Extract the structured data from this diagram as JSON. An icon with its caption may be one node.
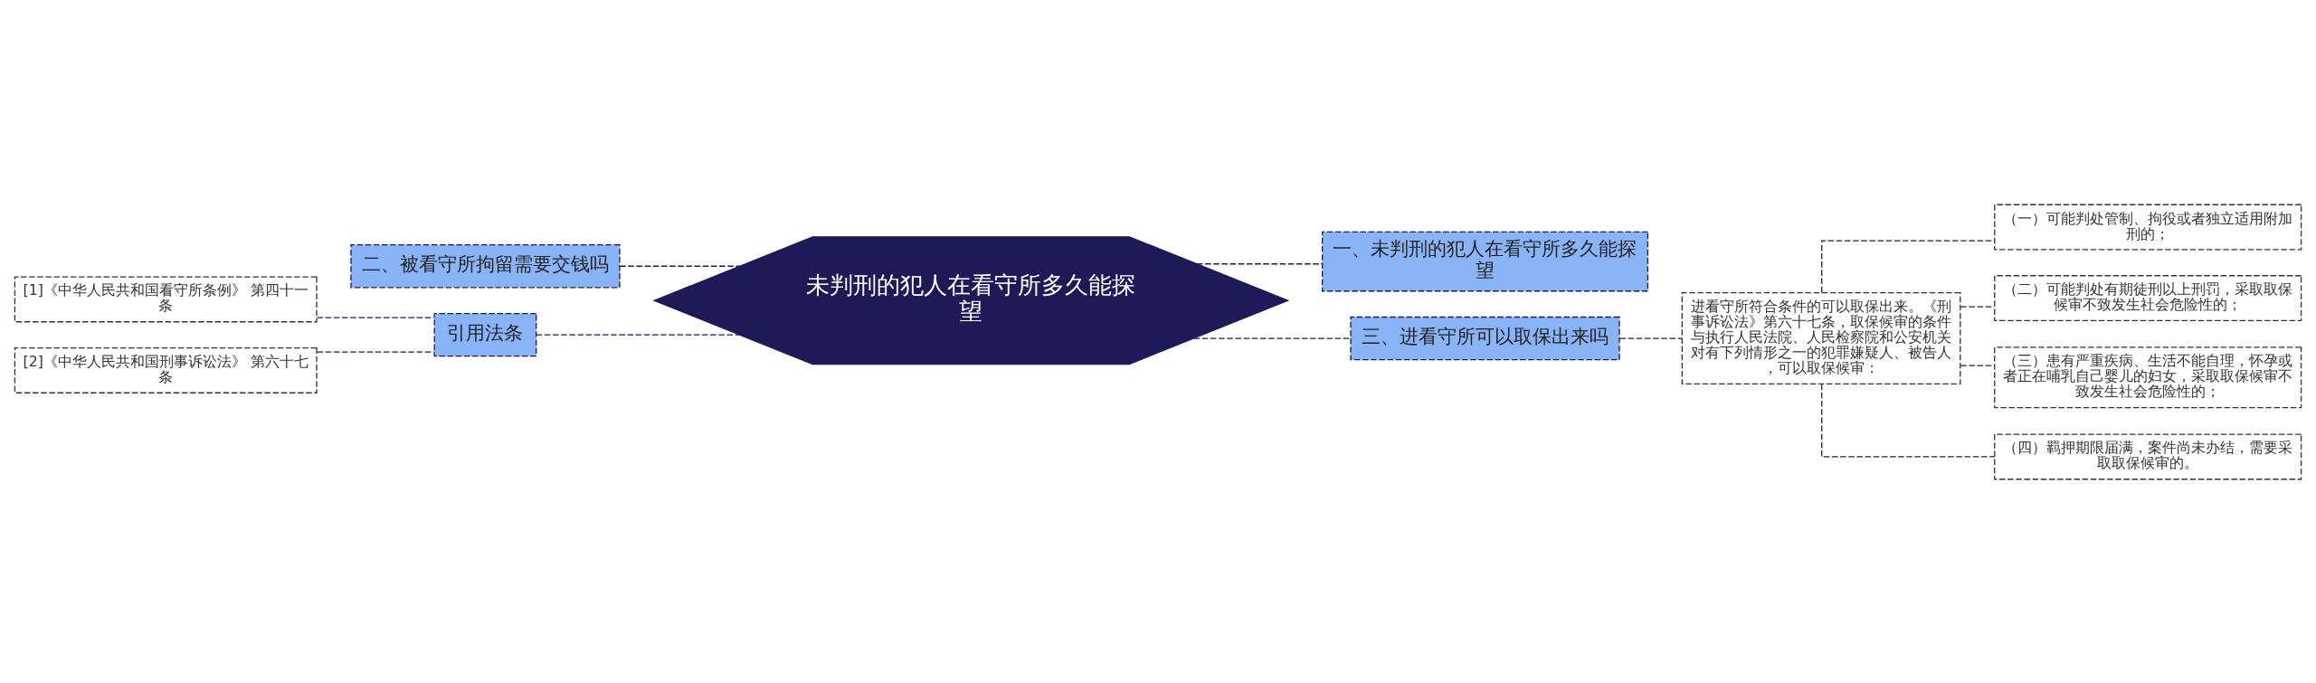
{
  "diagram": {
    "nodes": [
      {
        "text": [
          "未判刑的犯人在看守所多久能探望"
        ]
      },
      {
        "text": [
          "一、未判刑的犯人在看守所多久能探望"
        ]
      },
      {
        "text": [
          "二、被看守所拘留需要交钱吗"
        ]
      },
      {
        "text": [
          "引用法条"
        ]
      },
      {
        "text": [
          "[1]《中华人民共和国看守所条例》 第四十一条"
        ]
      },
      {
        "text": [
          "[2]《中华人民共和国刑事诉讼法》 第六十七条"
        ]
      },
      {
        "text": [
          "三、进看守所可以取保出来吗"
        ]
      },
      {
        "text": [
          "进看守所符合条件的可以取保出来。《刑事诉讼法》第六十七条，取保候审的条件与执行人民法院、人民检察院和公安机关对有下列情形之一的犯罪嫌疑人、被告人，可以取保候审："
        ]
      },
      {
        "text": [
          "（一）可能判处管制、拘役或者独立适用附加刑的；"
        ]
      },
      {
        "text": [
          "（二）可能判处有期徒刑以上刑罚，采取取保候审不致发生社会危险性的；"
        ]
      },
      {
        "text": [
          "（三）患有严重疾病、生活不能自理，怀孕或者正在哺乳自己婴儿的妇女，采取取保候审不致发生社会危险性的；"
        ]
      },
      {
        "text": [
          "（四）羁押期限届满，案件尚未办结，需要采取取保候审的。"
        ]
      }
    ],
    "edges": [
      {
        "from": 0,
        "to": 1,
        "arrow": "none",
        "style": "dashed"
      },
      {
        "from": 0,
        "to": 2,
        "arrow": "none",
        "style": "dashed"
      },
      {
        "from": 0,
        "to": 3,
        "arrow": "none",
        "style": "dashed"
      },
      {
        "from": 3,
        "to": 4,
        "arrow": "none",
        "style": "dashed"
      },
      {
        "from": 3,
        "to": 5,
        "arrow": "none",
        "style": "dashed"
      },
      {
        "from": 0,
        "to": 6,
        "arrow": "none",
        "style": "dashed"
      },
      {
        "from": 6,
        "to": 7,
        "arrow": "none",
        "style": "dashed"
      },
      {
        "from": 7,
        "to": 8,
        "arrow": "none",
        "style": "dashed"
      },
      {
        "from": 7,
        "to": 9,
        "arrow": "none",
        "style": "dashed"
      },
      {
        "from": 7,
        "to": 10,
        "arrow": "none",
        "style": "dashed"
      },
      {
        "from": 7,
        "to": 11,
        "arrow": "none",
        "style": "dashed"
      }
    ]
  }
}
